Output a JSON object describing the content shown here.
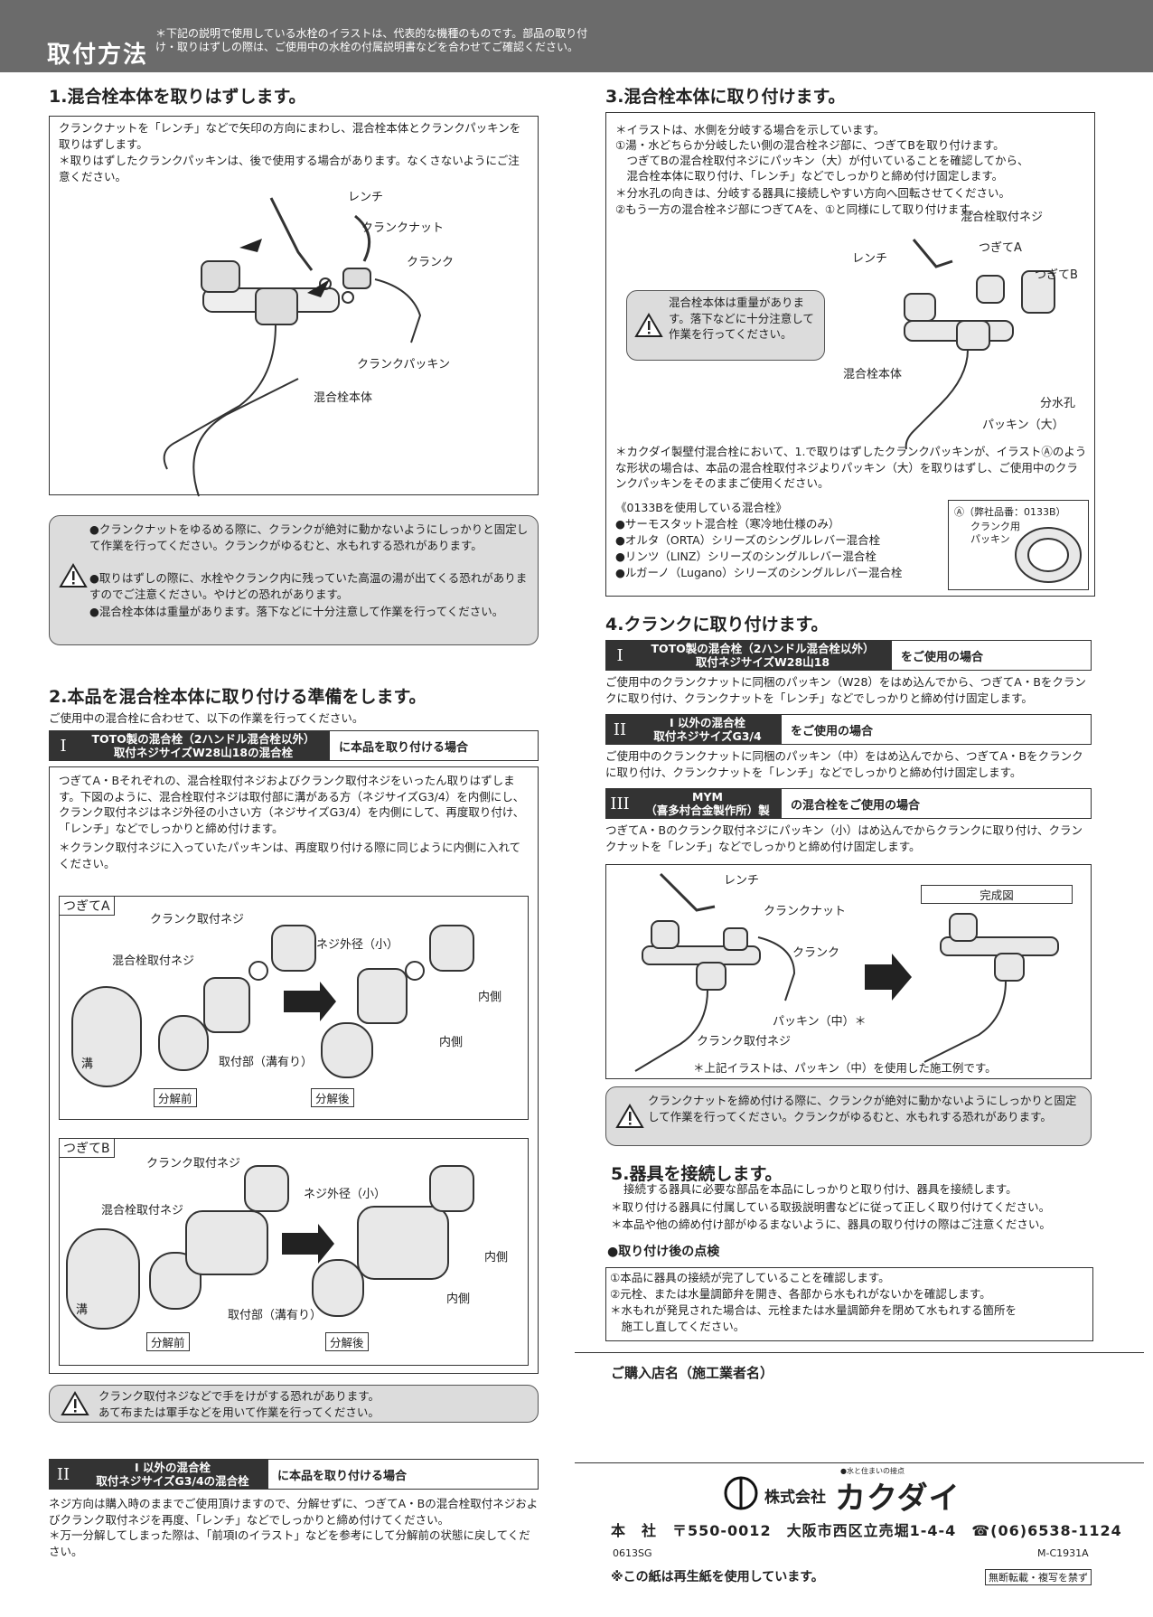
{
  "header": {
    "title": "取付方法",
    "note": "＊下記の説明で使用している水栓のイラストは、代表的な機種のものです。部品の取り付け・取りはずしの際は、ご使用中の水栓の付属説明書などを合わせてご確認ください。"
  },
  "s1": {
    "heading": "1.混合栓本体を取りはずします。",
    "text1": "クランクナットを「レンチ」などで矢印の方向にまわし、混合栓本体とクランクパッキンを取りはずします。",
    "text2": "＊取りはずしたクランクパッキンは、後で使用する場合があります。なくさないようにご注意ください。",
    "labels": {
      "wrench": "レンチ",
      "nut": "クランクナット",
      "crank": "クランク",
      "packing": "クランクパッキン",
      "body": "混合栓本体"
    },
    "warn": [
      "●クランクナットをゆるめる際に、クランクが絶対に動かないようにしっかりと固定して作業を行ってください。クランクがゆるむと、水もれする恐れがあります。",
      "●取りはずしの際に、水栓やクランク内に残っていた高温の湯が出てくる恐れがありますのでご注意ください。やけどの恐れがあります。",
      "●混合栓本体は重量があります。落下などに十分注意して作業を行ってください。"
    ]
  },
  "s2": {
    "heading": "2.本品を混合栓本体に取り付ける準備をします。",
    "intro": "ご使用中の混合栓に合わせて、以下の作業を行ってください。",
    "barI": {
      "num": "I",
      "line1": "TOTO製の混合栓（2ハンドル混合栓以外）",
      "line2": "取付ネジサイズW28山18の混合栓",
      "desc": "に本品を取り付ける場合"
    },
    "text": "つぎてA・Bそれぞれの、混合栓取付ネジおよびクランク取付ネジをいったん取りはずします。下図のように、混合栓取付ネジは取付部に溝がある方（ネジサイズG3/4）を内側にし、クランク取付ネジはネジ外径の小さい方（ネジサイズG3/4）を内側にして、再度取り付け、「レンチ」などでしっかりと締め付けます。",
    "note": "＊クランク取付ネジに入っていたパッキンは、再度取り付ける際に同じように内側に入れてください。",
    "frameA": {
      "title": "つぎてA",
      "crankScrew": "クランク取付ネジ",
      "mixScrew": "混合栓取付ネジ",
      "smallDia": "ネジ外径（小）",
      "inner1": "内側",
      "inner2": "内側",
      "groove": "溝",
      "mountPart": "取付部（溝有り）",
      "before": "分解前",
      "after": "分解後"
    },
    "frameB": {
      "title": "つぎてB",
      "crankScrew": "クランク取付ネジ",
      "mixScrew": "混合栓取付ネジ",
      "smallDia": "ネジ外径（小）",
      "inner1": "内側",
      "inner2": "内側",
      "groove": "溝",
      "mountPart": "取付部（溝有り）",
      "before": "分解前",
      "after": "分解後"
    },
    "warn": "クランク取付ネジなどで手をけがする恐れがあります。あて布または軍手などを用いて作業を行ってください。",
    "barII": {
      "num": "II",
      "line1": "I 以外の混合栓",
      "line2": "取付ネジサイズG3/4の混合栓",
      "desc": "に本品を取り付ける場合"
    },
    "text2": "ネジ方向は購入時のままでご使用頂けますので、分解せずに、つぎてA・Bの混合栓取付ネジおよびクランク取付ネジを再度、「レンチ」などでしっかりと締め付けてください。",
    "note2": "＊万一分解してしまった際は、「前項Iのイラスト」などを参考にして分解前の状態に戻してください。"
  },
  "s3": {
    "heading": "3.混合栓本体に取り付けます。",
    "lines": [
      "＊イラストは、水側を分岐する場合を示しています。",
      "①湯・水どちらか分岐したい側の混合栓ネジ部に、つぎてBを取り付けます。",
      "　つぎてBの混合栓取付ネジにパッキン（大）が付いていることを確認してから、",
      "　混合栓本体に取り付け、「レンチ」などでしっかりと締め付け固定します。",
      "＊分水孔の向きは、分岐する器具に接続しやすい方向へ回転させてください。",
      "②もう一方の混合栓ネジ部につぎてAを、①と同様にして取り付けます。"
    ],
    "caution": "混合栓本体は重量があります。落下などに十分注意して作業を行ってください。",
    "labels": {
      "mixScrew": "混合栓取付ネジ",
      "wrench": "レンチ",
      "jointA": "つぎてA",
      "jointB": "つぎてB",
      "body": "混合栓本体",
      "outlet": "分水孔",
      "packing": "パッキン（大）"
    },
    "note": "＊カクダイ製壁付混合栓において、1.で取りはずしたクランクパッキンが、イラストⒶのような形状の場合は、本品の混合栓取付ネジよりパッキン（大）を取りはずし、ご使用中のクランクパッキンをそのままご使用ください。",
    "list": [
      "《0133Bを使用している混合栓》",
      "●サーモスタット混合栓（寒冷地仕様のみ）",
      "●オルタ（ORTA）シリーズのシングルレバー混合栓",
      "●リンツ（LINZ）シリーズのシングルレバー混合栓",
      "●ルガーノ（Lugano）シリーズのシングルレバー混合栓"
    ],
    "inset": {
      "title": "Ⓐ（弊社品番：0133B）",
      "l1": "クランク用",
      "l2": "パッキン"
    }
  },
  "s4": {
    "heading": "4.クランクに取り付けます。",
    "barI": {
      "num": "I",
      "line1": "TOTO製の混合栓（2ハンドル混合栓以外）",
      "line2": "取付ネジサイズW28山18",
      "desc": "をご使用の場合"
    },
    "textI": "ご使用中のクランクナットに同梱のパッキン（W28）をはめ込んでから、つぎてA・Bをクランクに取り付け、クランクナットを「レンチ」などでしっかりと締め付け固定します。",
    "barII": {
      "num": "II",
      "line1": "I 以外の混合栓",
      "line2": "取付ネジサイズG3/4",
      "desc": "をご使用の場合"
    },
    "textII": "ご使用中のクランクナットに同梱のパッキン（中）をはめ込んでから、つぎてA・Bをクランクに取り付け、クランクナットを「レンチ」などでしっかりと締め付け固定します。",
    "barIII": {
      "num": "III",
      "line1": "MYM",
      "line2": "（喜多村合金製作所）製",
      "desc": "の混合栓をご使用の場合"
    },
    "textIII": "つぎてA・Bのクランク取付ネジにパッキン（小）はめ込んでからクランクに取り付け、クランクナットを「レンチ」などでしっかりと締め付け固定します。",
    "labels": {
      "wrench": "レンチ",
      "nut": "クランクナット",
      "crank": "クランク",
      "packing": "パッキン（中）＊",
      "crankScrew": "クランク取付ネジ",
      "done": "完成図",
      "foot": "＊上記イラストは、パッキン（中）を使用した施工例です。"
    },
    "warn": "クランクナットを締め付ける際に、クランクが絶対に動かないようにしっかりと固定して作業を行ってください。クランクがゆるむと、水もれする恐れがあります。"
  },
  "s5": {
    "heading": "5.器具を接続します。",
    "lines": [
      "接続する器具に必要な部品を本品にしっかりと取り付け、器具を接続します。",
      "＊取り付ける器具に付属している取扱説明書などに従って正しく取り付けてください。",
      "＊本品や他の締め付け部がゆるまないように、器具の取り付けの際はご注意ください。"
    ],
    "checkHeading": "●取り付け後の点検",
    "check": [
      "①本品に器具の接続が完了していることを確認します。",
      "②元栓、または水量調節弁を開き、各部から水もれがないかを確認します。",
      "＊水もれが発見された場合は、元栓または水量調節弁を閉めて水もれする箇所を",
      "　施工し直してください。"
    ]
  },
  "footer": {
    "shop": "ご購入店名（施工業者名）",
    "tagline": "●水と住まいの接点",
    "company": "株式会社",
    "brand": "カクダイ",
    "address": "本　社　〒550-0012　大阪市西区立売堀1-4-4　☎(06)6538-1124",
    "code1": "0613SG",
    "code2": "M-C1931A",
    "recycle": "※この紙は再生紙を使用しています。",
    "copyright": "無断転載・複写を禁ず"
  }
}
